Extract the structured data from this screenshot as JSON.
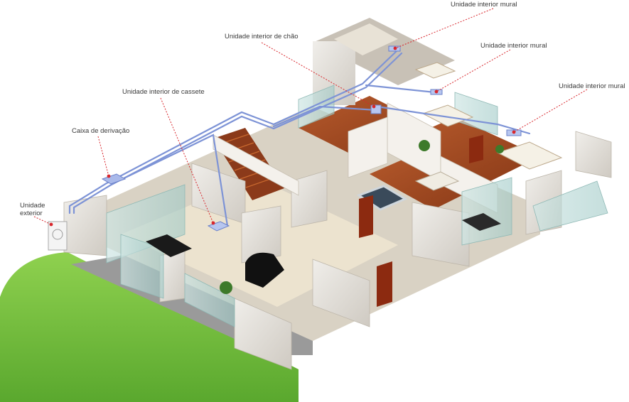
{
  "labels": {
    "wall_unit_top": "Unidade interior mural",
    "floor_unit": "Unidade interior de chão",
    "wall_unit_mid": "Unidade interior mural",
    "wall_unit_right": "Unidade interior mural",
    "cassette_unit": "Unidade interior de cassete",
    "branch_box": "Caixa de derivação",
    "outdoor_unit_line1": "Unidade",
    "outdoor_unit_line2": "exterior"
  },
  "colors": {
    "leader_line": "#d8262c",
    "pipe": "#7d93d6",
    "lawn": "#6bbf3b",
    "stone_wall": "#e4e1dc",
    "floor_wood": "#a24a22",
    "floor_tile": "#e9e0cc"
  }
}
